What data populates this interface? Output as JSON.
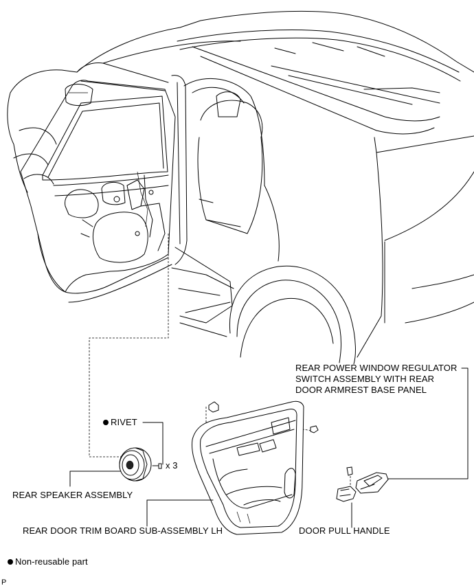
{
  "labels": {
    "rivet": "RIVET",
    "rivet_qty": "x 3",
    "speaker": "REAR SPEAKER ASSEMBLY",
    "trim_board": "REAR DOOR TRIM BOARD SUB-ASSEMBLY LH",
    "switch_line1": "REAR POWER WINDOW REGULATOR",
    "switch_line2": "SWITCH ASSEMBLY WITH REAR",
    "switch_line3": "DOOR ARMREST BASE PANEL",
    "pull_handle": "DOOR PULL HANDLE"
  },
  "legend": {
    "symbol": "●",
    "text": "Non-reusable part"
  },
  "corner_mark": "P"
}
